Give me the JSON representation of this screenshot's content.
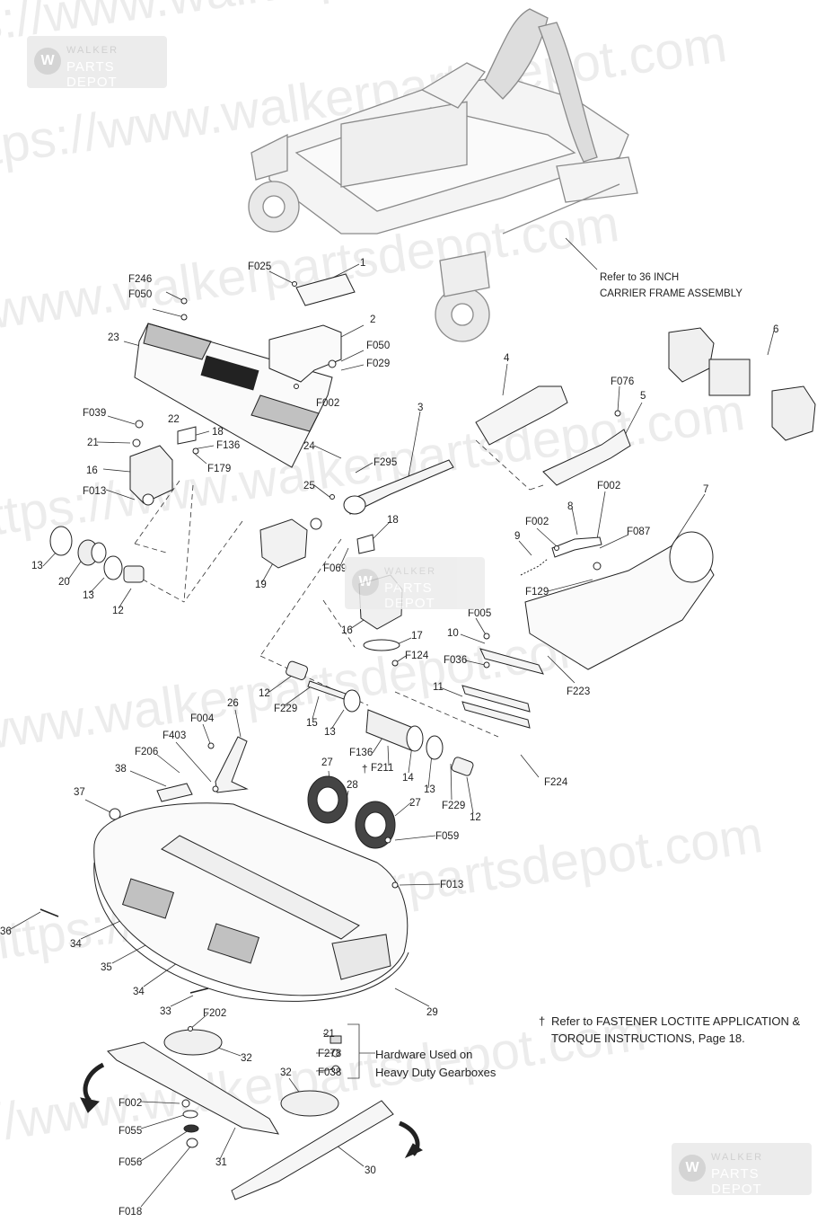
{
  "labels": [
    {
      "id": "F246",
      "t": "F246"
    },
    {
      "id": "F050a",
      "t": "F050"
    },
    {
      "id": "F025",
      "t": "F025"
    },
    {
      "id": "n1",
      "t": "1"
    },
    {
      "id": "n23",
      "t": "23"
    },
    {
      "id": "n2",
      "t": "2"
    },
    {
      "id": "F050b",
      "t": "F050"
    },
    {
      "id": "F029",
      "t": "F029"
    },
    {
      "id": "F002a",
      "t": "F002"
    },
    {
      "id": "F039",
      "t": "F039"
    },
    {
      "id": "n22",
      "t": "22"
    },
    {
      "id": "n18a",
      "t": "18"
    },
    {
      "id": "n21a",
      "t": "21"
    },
    {
      "id": "F136a",
      "t": "F136"
    },
    {
      "id": "F179",
      "t": "F179"
    },
    {
      "id": "n16a",
      "t": "16"
    },
    {
      "id": "n24",
      "t": "24"
    },
    {
      "id": "F295",
      "t": "F295"
    },
    {
      "id": "n3",
      "t": "3"
    },
    {
      "id": "n4",
      "t": "4"
    },
    {
      "id": "n5",
      "t": "5"
    },
    {
      "id": "F076",
      "t": "F076"
    },
    {
      "id": "n6",
      "t": "6"
    },
    {
      "id": "F013a",
      "t": "F013"
    },
    {
      "id": "n25",
      "t": "25"
    },
    {
      "id": "n13a",
      "t": "13"
    },
    {
      "id": "n20",
      "t": "20"
    },
    {
      "id": "n13b",
      "t": "13"
    },
    {
      "id": "n12a",
      "t": "12"
    },
    {
      "id": "n19",
      "t": "19"
    },
    {
      "id": "n18b",
      "t": "18"
    },
    {
      "id": "F069",
      "t": "F069"
    },
    {
      "id": "F002b",
      "t": "F002"
    },
    {
      "id": "n8",
      "t": "8"
    },
    {
      "id": "F002c",
      "t": "F002"
    },
    {
      "id": "n9",
      "t": "9"
    },
    {
      "id": "F087",
      "t": "F087"
    },
    {
      "id": "n7",
      "t": "7"
    },
    {
      "id": "F129",
      "t": "F129"
    },
    {
      "id": "n16b",
      "t": "16"
    },
    {
      "id": "n17",
      "t": "17"
    },
    {
      "id": "F124",
      "t": "F124"
    },
    {
      "id": "F005",
      "t": "F005"
    },
    {
      "id": "n10",
      "t": "10"
    },
    {
      "id": "F036",
      "t": "F036"
    },
    {
      "id": "F223",
      "t": "F223"
    },
    {
      "id": "n12b",
      "t": "12"
    },
    {
      "id": "F229a",
      "t": "F229"
    },
    {
      "id": "n15",
      "t": "15"
    },
    {
      "id": "n13c",
      "t": "13"
    },
    {
      "id": "n11",
      "t": "11"
    },
    {
      "id": "n26",
      "t": "26"
    },
    {
      "id": "F004",
      "t": "F004"
    },
    {
      "id": "F403",
      "t": "F403"
    },
    {
      "id": "F206",
      "t": "F206"
    },
    {
      "id": "n38",
      "t": "38"
    },
    {
      "id": "F136b",
      "t": "F136"
    },
    {
      "id": "F211",
      "t": "F211"
    },
    {
      "id": "n14",
      "t": "14"
    },
    {
      "id": "n13d",
      "t": "13"
    },
    {
      "id": "F229b",
      "t": "F229"
    },
    {
      "id": "n12c",
      "t": "12"
    },
    {
      "id": "F224",
      "t": "F224"
    },
    {
      "id": "n27a",
      "t": "27"
    },
    {
      "id": "n28",
      "t": "28"
    },
    {
      "id": "n27b",
      "t": "27"
    },
    {
      "id": "n37",
      "t": "37"
    },
    {
      "id": "F059",
      "t": "F059"
    },
    {
      "id": "F013b",
      "t": "F013"
    },
    {
      "id": "n36",
      "t": "36"
    },
    {
      "id": "n34a",
      "t": "34"
    },
    {
      "id": "n35",
      "t": "35"
    },
    {
      "id": "n34b",
      "t": "34"
    },
    {
      "id": "n33",
      "t": "33"
    },
    {
      "id": "n29",
      "t": "29"
    },
    {
      "id": "F202",
      "t": "F202"
    },
    {
      "id": "n32a",
      "t": "32"
    },
    {
      "id": "n21b",
      "t": "21"
    },
    {
      "id": "F278",
      "t": "F278"
    },
    {
      "id": "F038",
      "t": "F038"
    },
    {
      "id": "n32b",
      "t": "32"
    },
    {
      "id": "F002d",
      "t": "F002"
    },
    {
      "id": "F055",
      "t": "F055"
    },
    {
      "id": "F056",
      "t": "F056"
    },
    {
      "id": "n31",
      "t": "31"
    },
    {
      "id": "n30",
      "t": "30"
    },
    {
      "id": "F018",
      "t": "F018"
    }
  ],
  "refer_note": [
    "Refer to 36 INCH",
    "CARRIER FRAME ASSEMBLY"
  ],
  "hardware_note": [
    "Hardware Used on",
    "Heavy Duty Gearboxes"
  ],
  "dagger": "†",
  "loctite_note": [
    "Refer to FASTENER LOCTITE APPLICATION &",
    "TORQUE INSTRUCTIONS, Page 18."
  ],
  "watermark": {
    "url_text": "https://www.walkerpartsdepot.com",
    "logo_brand": "WALKER",
    "logo_sub": "PARTS DEPOT",
    "logo_mark": "W"
  }
}
